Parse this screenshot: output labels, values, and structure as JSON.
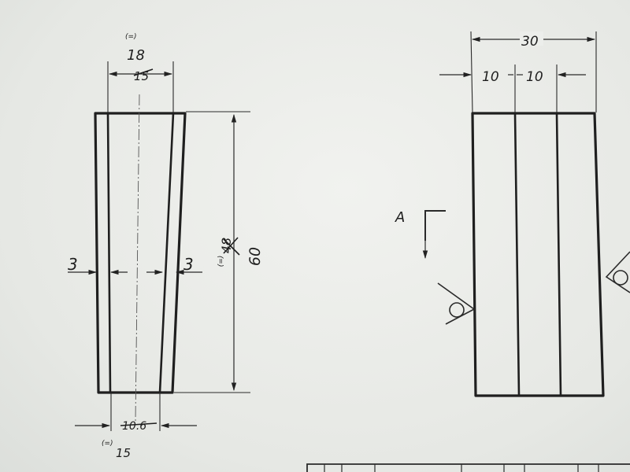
{
  "left_view": {
    "top_width": {
      "old_value": "15",
      "new_value": "18",
      "change_mark": "(=)"
    },
    "height": {
      "old_value": "48",
      "new_value": "60",
      "change_mark": "(=)"
    },
    "wall_left": "3",
    "wall_right": "3",
    "bottom_width": {
      "old_value": "10.6",
      "new_value": "15",
      "change_mark": "(=)"
    }
  },
  "right_view": {
    "overall_width": "30",
    "segment_left": "10",
    "segment_right": "10",
    "section_label": "A"
  }
}
